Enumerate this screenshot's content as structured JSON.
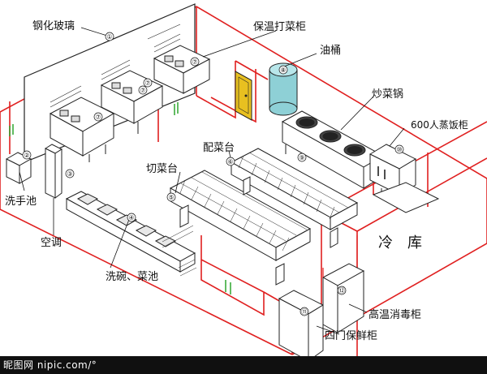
{
  "labels": {
    "glass": "钢化玻璃",
    "warm_cabinet": "保温打菜柜",
    "oil_drum": "油桶",
    "wok": "炒菜锅",
    "steamer": "600人蒸饭柜",
    "serving_table": "配菜台",
    "cutting_table": "切菜台",
    "hand_sink": "洗手池",
    "air_conditioner": "空调",
    "wash_sinks": "洗碗、菜池",
    "cold_storage": "冷　库",
    "sterilizer": "高温消毒柜",
    "fridge": "四门保鲜柜"
  },
  "numbers": [
    "①",
    "②",
    "③",
    "④",
    "⑤",
    "⑥",
    "⑦",
    "⑦",
    "⑦",
    "⑦",
    "⑧",
    "⑨",
    "⑩",
    "⑪",
    "⑫"
  ],
  "watermark": "昵图网 nipic.com/°",
  "colors": {
    "wall_line": "#e02020",
    "dark_line": "#222222",
    "oil_drum": "#8ed0d6",
    "door": "#e8c020",
    "footer": "#101010"
  }
}
